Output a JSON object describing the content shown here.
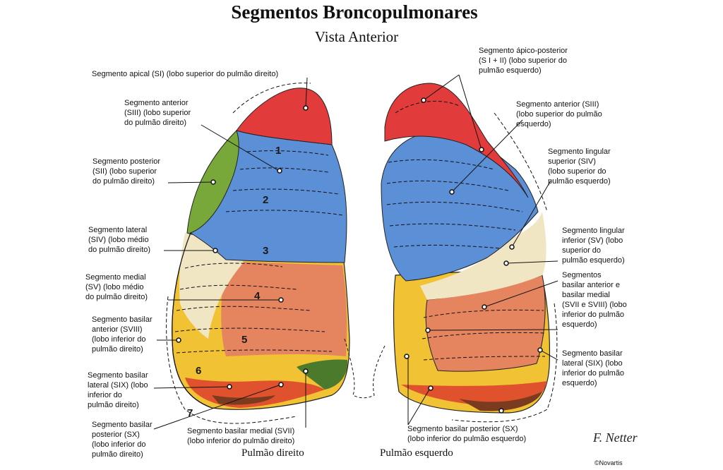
{
  "title": "Segmentos Broncopulmonares",
  "subtitle": "Vista Anterior",
  "lungs": {
    "right": "Pulmão direito",
    "left": "Pulmão esquerdo"
  },
  "numbers": [
    "1",
    "2",
    "3",
    "4",
    "5",
    "6",
    "7"
  ],
  "labels": {
    "apical_r": [
      "Segmento apical (SI) (lobo superior do pulmão direito)"
    ],
    "anterior_r": [
      "Segmento anterior",
      "(SIII) (lobo superior",
      "do pulmão direito)"
    ],
    "posterior_r": [
      "Segmento posterior",
      "(SII) (lobo superior",
      "do pulmão direito)"
    ],
    "lateral_r": [
      "Segmento lateral",
      "(SIV) (lobo médio",
      "do pulmão direito)"
    ],
    "medial_r": [
      "Segmento medial",
      "(SV) (lobo médio",
      "do pulmão direito)"
    ],
    "basal_ant_r": [
      "Segmento basilar",
      "anterior (SVIII)",
      "(lobo inferior do",
      "pulmão direito)"
    ],
    "basal_lat_r": [
      "Segmento basilar",
      "lateral (SIX) (lobo",
      "inferior do",
      "pulmão direito)"
    ],
    "basal_post_r": [
      "Segmento basilar",
      "posterior (SX)",
      "(lobo inferior do",
      "pulmão direito)"
    ],
    "basal_med_r": [
      "Segmento basilar medial (SVII)",
      "(lobo inferior do pulmão direito)"
    ],
    "apicopost_l": [
      "Segmento ápico-posterior",
      "(S I + II) (lobo superior do",
      "pulmão esquerdo)"
    ],
    "anterior_l": [
      "Segmento anterior (SIII)",
      "(lobo superior do pulmão",
      "esquerdo)"
    ],
    "lingular_sup_l": [
      "Segmento lingular",
      "superior (SIV)",
      "(lobo superior do",
      "pulmão esquerdo)"
    ],
    "lingular_inf_l": [
      "Segmento lingular",
      "inferior (SV) (lobo",
      "superior do",
      "pulmão esquerdo)"
    ],
    "basal_antmed_l": [
      "Segmentos",
      "basilar anterior e",
      "basilar medial",
      "(SVII e SVIII) (lobo",
      "inferior do pulmão",
      "esquerdo)"
    ],
    "basal_lat_l": [
      "Segmento basilar",
      "lateral (SIX) (lobo",
      "inferior do pulmão",
      "esquerdo)"
    ],
    "basal_post_l": [
      "Segmento basilar posterior (SX)",
      "(lobo inferior do pulmão esquerdo)"
    ]
  },
  "signature": "F. Netter",
  "copyright": "©Novartis",
  "colors": {
    "apical": "#e23b3b",
    "anterior": "#5b8fd6",
    "posterior": "#79a83a",
    "lateral_mid": "#f1e6c4",
    "medial_mid": "#e58560",
    "basal_ant": "#f1c233",
    "basal_lat": "#e0522d",
    "basal_post": "#7a3b1e",
    "basal_med": "#4c7a2c"
  }
}
